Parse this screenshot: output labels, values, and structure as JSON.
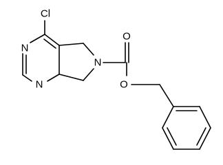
{
  "molecule": {
    "atoms": {
      "cl": "Cl",
      "n_upper": "N",
      "n_lower": "N",
      "n_ring": "N",
      "o_carbonyl": "O",
      "o_ester": "O"
    }
  }
}
